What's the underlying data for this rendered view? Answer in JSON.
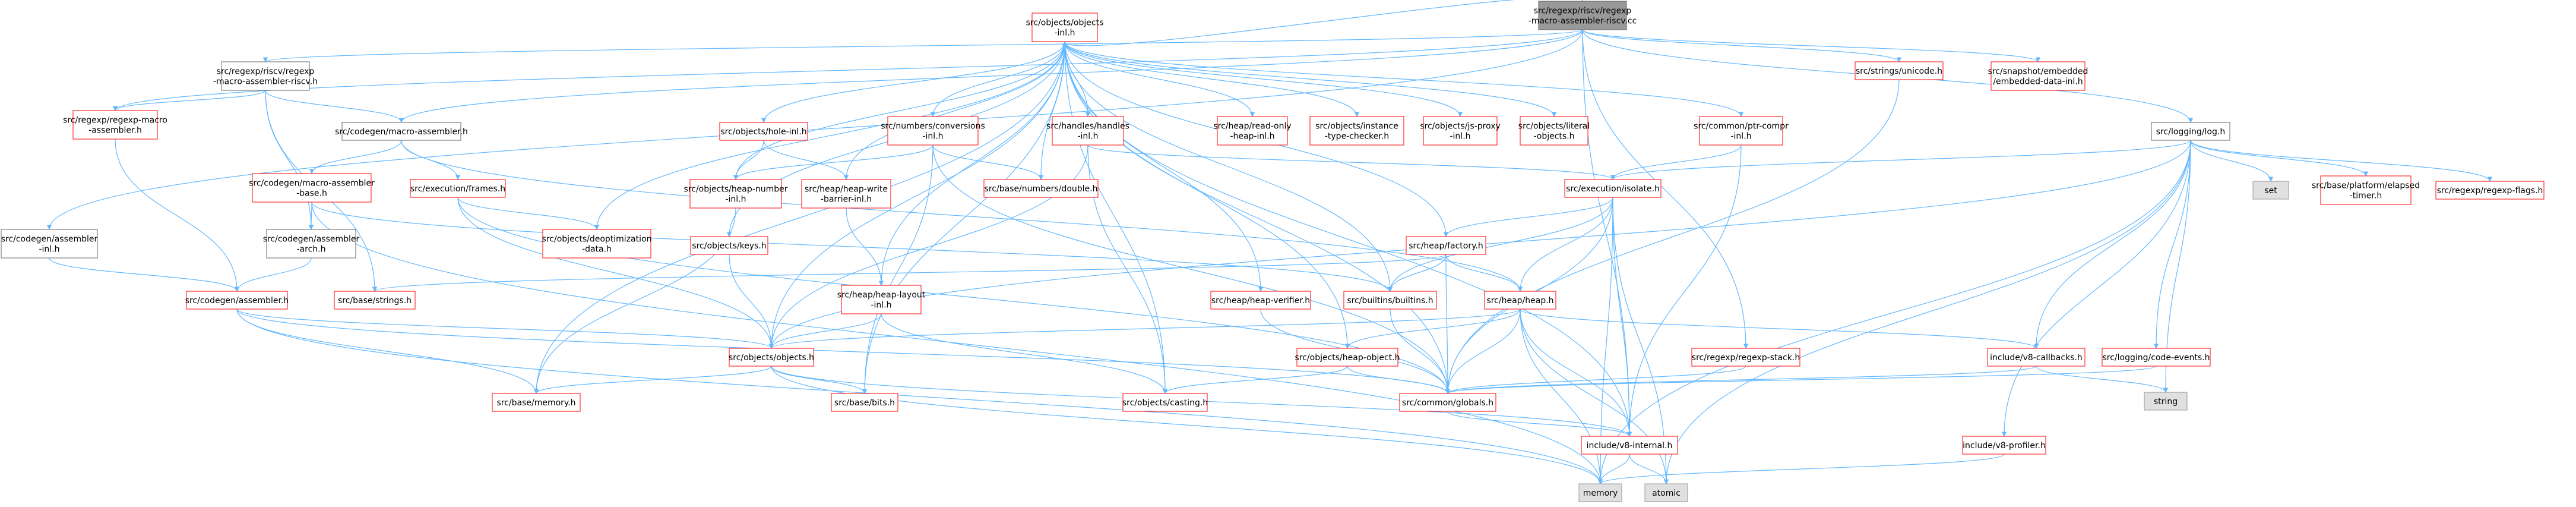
{
  "colors": {
    "edge": "#63b8ff",
    "node_red_border": "#ff0000",
    "node_plain_border": "#666666",
    "root_fill": "#999999",
    "leaf_fill": "#e0e0e0"
  },
  "nodes": [
    {
      "id": "root",
      "lines": [
        "src/regexp/riscv/regexp",
        "-macro-assembler-riscv.cc"
      ],
      "style": "root"
    },
    {
      "id": "riscv_h",
      "lines": [
        "src/regexp/riscv/regexp",
        "-macro-assembler-riscv.h"
      ],
      "style": "plain"
    },
    {
      "id": "objects_inl",
      "lines": [
        "src/objects/objects",
        "-inl.h"
      ],
      "style": "red"
    },
    {
      "id": "strings_unicode",
      "lines": [
        "src/strings/unicode.h"
      ],
      "style": "red"
    },
    {
      "id": "snapshot_embedded",
      "lines": [
        "src/snapshot/embedded",
        "/embedded-data-inl.h"
      ],
      "style": "red"
    },
    {
      "id": "logging_log",
      "lines": [
        "src/logging/log.h"
      ],
      "style": "plain"
    },
    {
      "id": "regexp_macro_asm",
      "lines": [
        "src/regexp/regexp-macro",
        "-assembler.h"
      ],
      "style": "red"
    },
    {
      "id": "codegen_macro_asm",
      "lines": [
        "src/codegen/macro-assembler.h"
      ],
      "style": "plain"
    },
    {
      "id": "objects_hole_inl",
      "lines": [
        "src/objects/hole-inl.h"
      ],
      "style": "red"
    },
    {
      "id": "numbers_conversions",
      "lines": [
        "src/numbers/conversions",
        "-inl.h"
      ],
      "style": "red"
    },
    {
      "id": "handles_inl",
      "lines": [
        "src/handles/handles",
        "-inl.h"
      ],
      "style": "red"
    },
    {
      "id": "heap_readonly",
      "lines": [
        "src/heap/read-only",
        "-heap-inl.h"
      ],
      "style": "red"
    },
    {
      "id": "objects_instance_type",
      "lines": [
        "src/objects/instance",
        "-type-checker.h"
      ],
      "style": "red"
    },
    {
      "id": "objects_js_proxy",
      "lines": [
        "src/objects/js-proxy",
        "-inl.h"
      ],
      "style": "red"
    },
    {
      "id": "objects_literal",
      "lines": [
        "src/objects/literal",
        "-objects.h"
      ],
      "style": "red"
    },
    {
      "id": "common_ptr_compr",
      "lines": [
        "src/common/ptr-compr",
        "-inl.h"
      ],
      "style": "red"
    },
    {
      "id": "codegen_macro_asm_base",
      "lines": [
        "src/codegen/macro-assembler",
        "-base.h"
      ],
      "style": "red"
    },
    {
      "id": "execution_frames",
      "lines": [
        "src/execution/frames.h"
      ],
      "style": "red"
    },
    {
      "id": "objects_heap_number",
      "lines": [
        "src/objects/heap-number",
        "-inl.h"
      ],
      "style": "red"
    },
    {
      "id": "heap_write_barrier",
      "lines": [
        "src/heap/heap-write",
        "-barrier-inl.h"
      ],
      "style": "red"
    },
    {
      "id": "base_numbers_double",
      "lines": [
        "src/base/numbers/double.h"
      ],
      "style": "red"
    },
    {
      "id": "execution_isolate",
      "lines": [
        "src/execution/isolate.h"
      ],
      "style": "red"
    },
    {
      "id": "codegen_asm_inl",
      "lines": [
        "src/codegen/assembler",
        "-inl.h"
      ],
      "style": "plain"
    },
    {
      "id": "codegen_asm_arch",
      "lines": [
        "src/codegen/assembler",
        "-arch.h"
      ],
      "style": "plain"
    },
    {
      "id": "objects_deopt",
      "lines": [
        "src/objects/deoptimization",
        "-data.h"
      ],
      "style": "red"
    },
    {
      "id": "objects_keys",
      "lines": [
        "src/objects/keys.h"
      ],
      "style": "red"
    },
    {
      "id": "heap_factory",
      "lines": [
        "src/heap/factory.h"
      ],
      "style": "red"
    },
    {
      "id": "codegen_assembler",
      "lines": [
        "src/codegen/assembler.h"
      ],
      "style": "red"
    },
    {
      "id": "base_strings",
      "lines": [
        "src/base/strings.h"
      ],
      "style": "red"
    },
    {
      "id": "heap_layout_inl",
      "lines": [
        "src/heap/heap-layout",
        "-inl.h"
      ],
      "style": "red"
    },
    {
      "id": "heap_verifier",
      "lines": [
        "src/heap/heap-verifier.h"
      ],
      "style": "red"
    },
    {
      "id": "builtins",
      "lines": [
        "src/builtins/builtins.h"
      ],
      "style": "red"
    },
    {
      "id": "heap_heap",
      "lines": [
        "src/heap/heap.h"
      ],
      "style": "red"
    },
    {
      "id": "objects_objects",
      "lines": [
        "src/objects/objects.h"
      ],
      "style": "red"
    },
    {
      "id": "objects_heap_object",
      "lines": [
        "src/objects/heap-object.h"
      ],
      "style": "red"
    },
    {
      "id": "regexp_stack",
      "lines": [
        "src/regexp/regexp-stack.h"
      ],
      "style": "red"
    },
    {
      "id": "v8_callbacks",
      "lines": [
        "include/v8-callbacks.h"
      ],
      "style": "red"
    },
    {
      "id": "logging_code_events",
      "lines": [
        "src/logging/code-events.h"
      ],
      "style": "red"
    },
    {
      "id": "base_memory",
      "lines": [
        "src/base/memory.h"
      ],
      "style": "red"
    },
    {
      "id": "base_bits",
      "lines": [
        "src/base/bits.h"
      ],
      "style": "red"
    },
    {
      "id": "objects_casting",
      "lines": [
        "src/objects/casting.h"
      ],
      "style": "red"
    },
    {
      "id": "common_globals",
      "lines": [
        "src/common/globals.h"
      ],
      "style": "red"
    },
    {
      "id": "v8_internal",
      "lines": [
        "include/v8-internal.h"
      ],
      "style": "red"
    },
    {
      "id": "v8_profiler",
      "lines": [
        "include/v8-profiler.h"
      ],
      "style": "red"
    },
    {
      "id": "memory",
      "lines": [
        "memory"
      ],
      "style": "grey"
    },
    {
      "id": "atomic",
      "lines": [
        "atomic"
      ],
      "style": "grey"
    },
    {
      "id": "string",
      "lines": [
        "string"
      ],
      "style": "grey"
    },
    {
      "id": "set",
      "lines": [
        "set"
      ],
      "style": "grey"
    },
    {
      "id": "base_platform_timer",
      "lines": [
        "src/base/platform/elapsed",
        "-timer.h"
      ],
      "style": "red"
    },
    {
      "id": "regexp_flags",
      "lines": [
        "src/regexp/regexp-flags.h"
      ],
      "style": "red"
    }
  ],
  "edges": [
    [
      "root",
      "riscv_h"
    ],
    [
      "root",
      "objects_inl"
    ],
    [
      "root",
      "strings_unicode"
    ],
    [
      "root",
      "snapshot_embedded"
    ],
    [
      "root",
      "logging_log"
    ],
    [
      "root",
      "regexp_macro_asm"
    ],
    [
      "root",
      "codegen_macro_asm"
    ],
    [
      "root",
      "codegen_asm_inl"
    ],
    [
      "root",
      "regexp_stack"
    ],
    [
      "root",
      "v8_internal"
    ],
    [
      "riscv_h",
      "regexp_macro_asm"
    ],
    [
      "riscv_h",
      "codegen_macro_asm"
    ],
    [
      "riscv_h",
      "codegen_asm_arch"
    ],
    [
      "riscv_h",
      "base_strings"
    ],
    [
      "regexp_macro_asm",
      "codegen_assembler"
    ],
    [
      "codegen_macro_asm",
      "codegen_macro_asm_base"
    ],
    [
      "codegen_macro_asm",
      "execution_frames"
    ],
    [
      "codegen_macro_asm",
      "heap_heap"
    ],
    [
      "codegen_macro_asm_base",
      "codegen_asm_arch"
    ],
    [
      "codegen_macro_asm_base",
      "builtins"
    ],
    [
      "codegen_macro_asm_base",
      "memory"
    ],
    [
      "codegen_asm_arch",
      "codegen_assembler"
    ],
    [
      "codegen_asm_inl",
      "codegen_assembler"
    ],
    [
      "execution_frames",
      "objects_deopt"
    ],
    [
      "execution_frames",
      "objects_objects"
    ],
    [
      "execution_frames",
      "common_globals"
    ],
    [
      "codegen_assembler",
      "objects_objects"
    ],
    [
      "codegen_assembler",
      "base_memory"
    ],
    [
      "codegen_assembler",
      "common_globals"
    ],
    [
      "codegen_assembler",
      "memory"
    ],
    [
      "objects_inl",
      "objects_hole_inl"
    ],
    [
      "objects_inl",
      "numbers_conversions"
    ],
    [
      "objects_inl",
      "handles_inl"
    ],
    [
      "objects_inl",
      "heap_readonly"
    ],
    [
      "objects_inl",
      "objects_instance_type"
    ],
    [
      "objects_inl",
      "objects_js_proxy"
    ],
    [
      "objects_inl",
      "objects_literal"
    ],
    [
      "objects_inl",
      "common_ptr_compr"
    ],
    [
      "objects_inl",
      "objects_heap_number"
    ],
    [
      "objects_inl",
      "heap_write_barrier"
    ],
    [
      "objects_inl",
      "base_numbers_double"
    ],
    [
      "objects_inl",
      "objects_deopt"
    ],
    [
      "objects_inl",
      "objects_keys"
    ],
    [
      "objects_inl",
      "heap_factory"
    ],
    [
      "objects_inl",
      "heap_layout_inl"
    ],
    [
      "objects_inl",
      "heap_verifier"
    ],
    [
      "objects_inl",
      "builtins"
    ],
    [
      "objects_inl",
      "objects_objects"
    ],
    [
      "objects_inl",
      "objects_heap_object"
    ],
    [
      "objects_inl",
      "base_memory"
    ],
    [
      "objects_inl",
      "base_bits"
    ],
    [
      "objects_inl",
      "objects_casting"
    ],
    [
      "objects_inl",
      "common_globals"
    ],
    [
      "objects_inl",
      "v8_internal"
    ],
    [
      "objects_hole_inl",
      "objects_heap_number"
    ],
    [
      "objects_hole_inl",
      "heap_write_barrier"
    ],
    [
      "numbers_conversions",
      "objects_heap_number"
    ],
    [
      "numbers_conversions",
      "base_numbers_double"
    ],
    [
      "numbers_conversions",
      "base_bits"
    ],
    [
      "numbers_conversions",
      "common_globals"
    ],
    [
      "handles_inl",
      "execution_isolate"
    ],
    [
      "handles_inl",
      "objects_objects"
    ],
    [
      "handles_inl",
      "objects_casting"
    ],
    [
      "common_ptr_compr",
      "execution_isolate"
    ],
    [
      "common_ptr_compr",
      "v8_internal"
    ],
    [
      "objects_heap_number",
      "base_memory"
    ],
    [
      "heap_write_barrier",
      "heap_layout_inl"
    ],
    [
      "heap_layout_inl",
      "objects_objects"
    ],
    [
      "heap_layout_inl",
      "objects_casting"
    ],
    [
      "objects_keys",
      "objects_objects"
    ],
    [
      "heap_verifier",
      "common_globals"
    ],
    [
      "execution_isolate",
      "heap_factory"
    ],
    [
      "execution_isolate",
      "builtins"
    ],
    [
      "execution_isolate",
      "heap_heap"
    ],
    [
      "execution_isolate",
      "common_globals"
    ],
    [
      "execution_isolate",
      "v8_internal"
    ],
    [
      "execution_isolate",
      "atomic"
    ],
    [
      "execution_isolate",
      "memory"
    ],
    [
      "heap_factory",
      "base_strings"
    ],
    [
      "heap_factory",
      "builtins"
    ],
    [
      "heap_factory",
      "heap_heap"
    ],
    [
      "heap_factory",
      "common_globals"
    ],
    [
      "builtins",
      "common_globals"
    ],
    [
      "heap_heap",
      "objects_objects"
    ],
    [
      "heap_heap",
      "objects_heap_object"
    ],
    [
      "heap_heap",
      "v8_callbacks"
    ],
    [
      "heap_heap",
      "common_globals"
    ],
    [
      "heap_heap",
      "v8_internal"
    ],
    [
      "heap_heap",
      "memory"
    ],
    [
      "heap_heap",
      "atomic"
    ],
    [
      "objects_heap_object",
      "objects_casting"
    ],
    [
      "objects_heap_object",
      "common_globals"
    ],
    [
      "objects_objects",
      "base_memory"
    ],
    [
      "objects_objects",
      "base_bits"
    ],
    [
      "objects_objects",
      "v8_internal"
    ],
    [
      "objects_objects",
      "memory"
    ],
    [
      "regexp_stack",
      "common_globals"
    ],
    [
      "v8_callbacks",
      "common_globals"
    ],
    [
      "v8_callbacks",
      "string"
    ],
    [
      "logging_code_events",
      "common_globals"
    ],
    [
      "common_globals",
      "v8_internal"
    ],
    [
      "v8_internal",
      "memory"
    ],
    [
      "v8_internal",
      "atomic"
    ],
    [
      "v8_profiler",
      "memory"
    ],
    [
      "logging_log",
      "execution_isolate"
    ],
    [
      "logging_log",
      "logging_code_events"
    ],
    [
      "logging_log",
      "v8_callbacks"
    ],
    [
      "logging_log",
      "v8_profiler"
    ],
    [
      "logging_log",
      "objects_objects"
    ],
    [
      "logging_log",
      "set"
    ],
    [
      "logging_log",
      "base_platform_timer"
    ],
    [
      "logging_log",
      "regexp_flags"
    ],
    [
      "logging_log",
      "string"
    ],
    [
      "logging_log",
      "atomic"
    ],
    [
      "logging_log",
      "memory"
    ],
    [
      "strings_unicode",
      "common_globals"
    ]
  ]
}
